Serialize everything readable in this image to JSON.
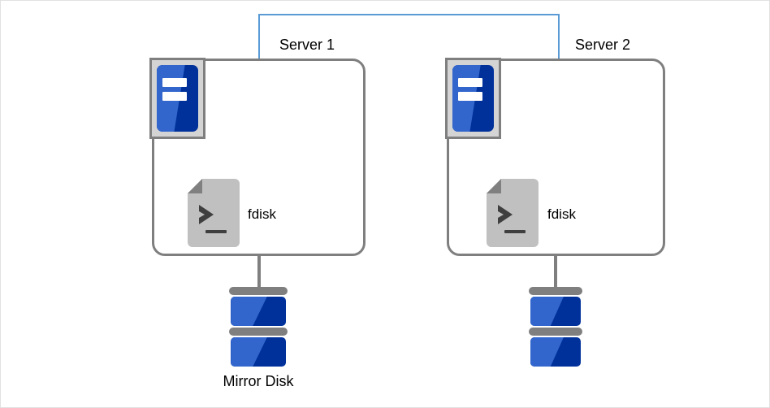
{
  "diagram": {
    "type": "mirror-disk-cluster",
    "background_color": "#ffffff",
    "border_color": "#e2e2e2",
    "colors": {
      "network_line": "#5b9bd5",
      "box_outline": "#7f7f7f",
      "icon_frame_fill": "#d4d4d4",
      "blue_light": "#3366cc",
      "blue_dark": "#00319b",
      "doc_fill": "#c0c0c0",
      "doc_fold": "#808080",
      "prompt_color": "#3f3f3f",
      "text_color": "#000000"
    }
  },
  "network": {
    "name": "interconnect-link"
  },
  "nodes": [
    {
      "id": "server-1",
      "label": "Server 1",
      "server_icon_name": "server-tower-icon",
      "app": {
        "label": "fdisk",
        "icon_name": "fdisk-script-icon",
        "prompt_glyph": ">",
        "cursor_glyph": "_"
      },
      "storage": {
        "label": "Mirror Disk",
        "icon_name": "mirror-disk-icon",
        "has_label": true
      }
    },
    {
      "id": "server-2",
      "label": "Server 2",
      "server_icon_name": "server-tower-icon",
      "app": {
        "label": "fdisk",
        "icon_name": "fdisk-script-icon",
        "prompt_glyph": ">",
        "cursor_glyph": "_"
      },
      "storage": {
        "label": "",
        "icon_name": "mirror-disk-icon",
        "has_label": false
      }
    }
  ]
}
